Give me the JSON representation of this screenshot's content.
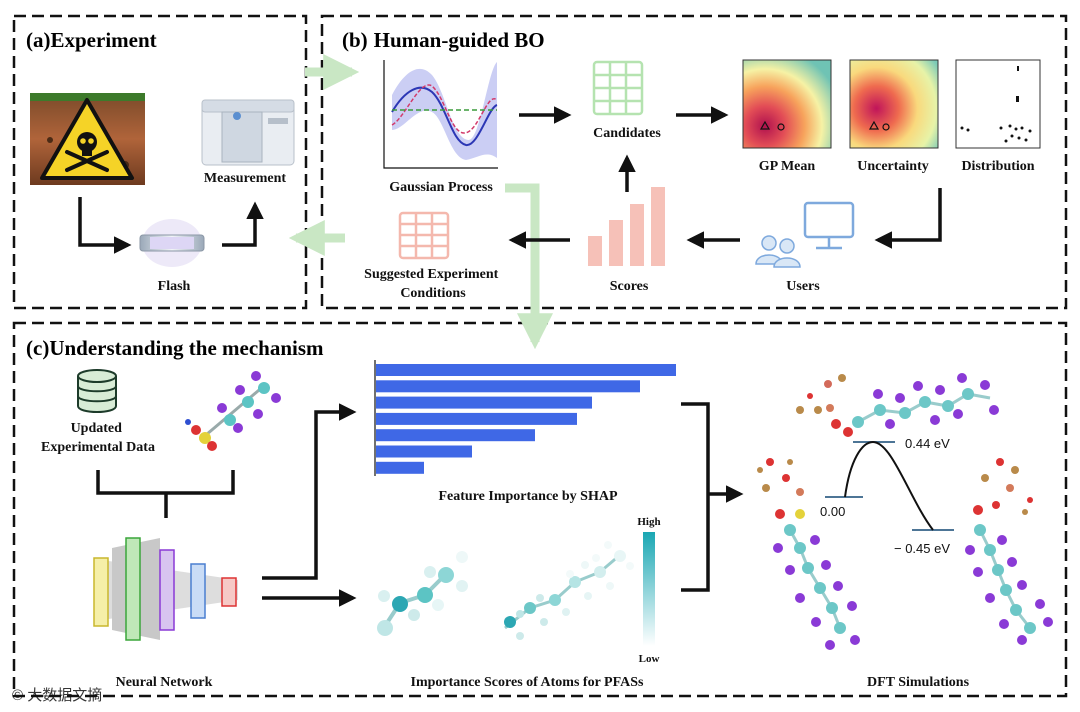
{
  "panels": {
    "a": {
      "prefix": "(a)",
      "title": "Experiment",
      "measurement": "Measurement",
      "flash": "Flash"
    },
    "b": {
      "prefix": "(b)",
      "title": "Human-guided BO",
      "gaussian_process": "Gaussian Process",
      "candidates": "Candidates",
      "gp_mean": "GP Mean",
      "uncertainty": "Uncertainty",
      "distribution": "Distribution",
      "users": "Users",
      "scores": "Scores",
      "suggested_line1": "Suggested Experiment",
      "suggested_line2": "Conditions"
    },
    "c": {
      "prefix": "(c)",
      "title": "Understanding the mechanism",
      "updated_line1": "Updated",
      "updated_line2": "Experimental Data",
      "neural_network": "Neural Network",
      "shap_caption": "Feature Importance by SHAP",
      "atoms_caption": "Importance Scores of Atoms for PFASs",
      "colorbar_high": "High",
      "colorbar_low": "Low",
      "dft_caption": "DFT Simulations",
      "energy_barrier": "0.44 eV",
      "energy_start": "0.00",
      "energy_end": "− 0.45 eV"
    }
  },
  "shap_importance": [
    1.0,
    0.88,
    0.72,
    0.67,
    0.53,
    0.32,
    0.16
  ],
  "colors": {
    "bar": "#3f68e6",
    "hazard": "#f5d327",
    "candidate_table": "#b5e3b0",
    "suggest_table": "#f4b8ad",
    "score_bars": "#f6c1b8",
    "users": "#7ea9dd",
    "colorbar_top": "#1aa7b3",
    "atom_teal": "#6cc7c7",
    "atom_purple": "#8a3ad6"
  },
  "watermark": "© 大数据文摘"
}
